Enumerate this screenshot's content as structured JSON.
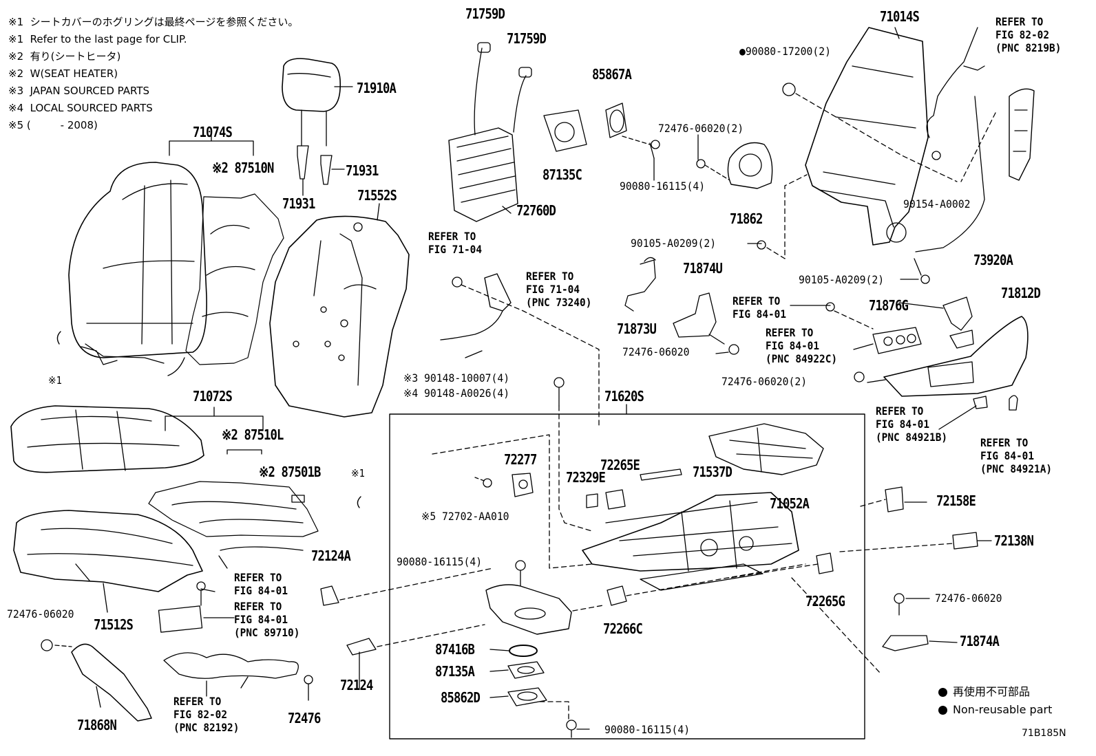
{
  "notes": [
    "※1  シートカバーのホグリングは最終ページを参照ください。",
    "※1  Refer to the last page for CLIP.",
    "※2  有り(シートヒータ)",
    "※2  W(SEAT HEATER)",
    "※3  JAPAN SOURCED PARTS",
    "※4  LOCAL SOURCED PARTS",
    "※5 (         - 2008)"
  ],
  "parts": {
    "p71759D_a": "71759D",
    "p71759D_b": "71759D",
    "p71910A": "71910A",
    "p71074S": "71074S",
    "p87510N": "※2 87510N",
    "p71931_a": "71931",
    "p71931_b": "71931",
    "p71552S": "71552S",
    "p85867A": "85867A",
    "p87135C": "87135C",
    "p72760D": "72760D",
    "p71014S": "71014S",
    "p90080_17200": "●90080-17200(2)",
    "p72476_06020_2a": "72476-06020(2)",
    "p90080_16115_4a": "90080-16115(4)",
    "p71862": "71862",
    "p90154": "90154-A0002",
    "p90105_a": "90105-A0209(2)",
    "p73920A": "73920A",
    "p90105_b": "90105-A0209(2)",
    "p71874U": "71874U",
    "p71873U": "71873U",
    "p72476_06020_a": "72476-06020",
    "p71876G": "71876G",
    "p71812D": "71812D",
    "p72476_06020_2b": "72476-06020(2)",
    "p90148_a": "※3 90148-10007(4)",
    "p90148_b": "※4 90148-A0026(4)",
    "p71620S": "71620S",
    "p71072S": "71072S",
    "p87510L": "※2 87510L",
    "p87501B": "※2 87501B",
    "p72277": "72277",
    "p72265E": "72265E",
    "p72329E": "72329E",
    "p71537D": "71537D",
    "p71052A": "71052A",
    "p72702": "※5 72702-AA010",
    "p72158E": "72158E",
    "p72138N": "72138N",
    "p72124A": "72124A",
    "p90080_16115_4b": "90080-16115(4)",
    "p72476_06020_b": "72476-06020",
    "p71512S": "71512S",
    "p72265G": "72265G",
    "p72266C": "72266C",
    "p72476_06020_c": "72476-06020",
    "p71874A": "71874A",
    "p87416B": "87416B",
    "p87135A": "87135A",
    "p72124": "72124",
    "p85862D": "85862D",
    "p72476": "72476",
    "p71868N": "71868N",
    "p90080_16115_4c": "90080-16115(4)",
    "clip1": "※1",
    "clip2": "※1"
  },
  "refs": {
    "r1": [
      "REFER TO",
      "FIG 82-02",
      "(PNC 8219B)"
    ],
    "r2": [
      "REFER TO",
      "FIG 71-04"
    ],
    "r3": [
      "REFER TO",
      "FIG 71-04",
      "(PNC 73240)"
    ],
    "r4": [
      "REFER TO",
      "FIG 84-01"
    ],
    "r5": [
      "REFER TO",
      "FIG 84-01",
      "(PNC 84922C)"
    ],
    "r6": [
      "REFER TO",
      "FIG 84-01",
      "(PNC 84921B)"
    ],
    "r7": [
      "REFER TO",
      "FIG 84-01",
      "(PNC 84921A)"
    ],
    "r8": [
      "REFER TO",
      "FIG 84-01"
    ],
    "r9": [
      "REFER TO",
      "FIG 84-01",
      "(PNC 89710)"
    ],
    "r10": [
      "REFER TO",
      "FIG 82-02",
      "(PNC 82192)"
    ]
  },
  "legend": [
    "再使用不可部品",
    "Non-reusable part"
  ],
  "diagram_code": "71B185N"
}
